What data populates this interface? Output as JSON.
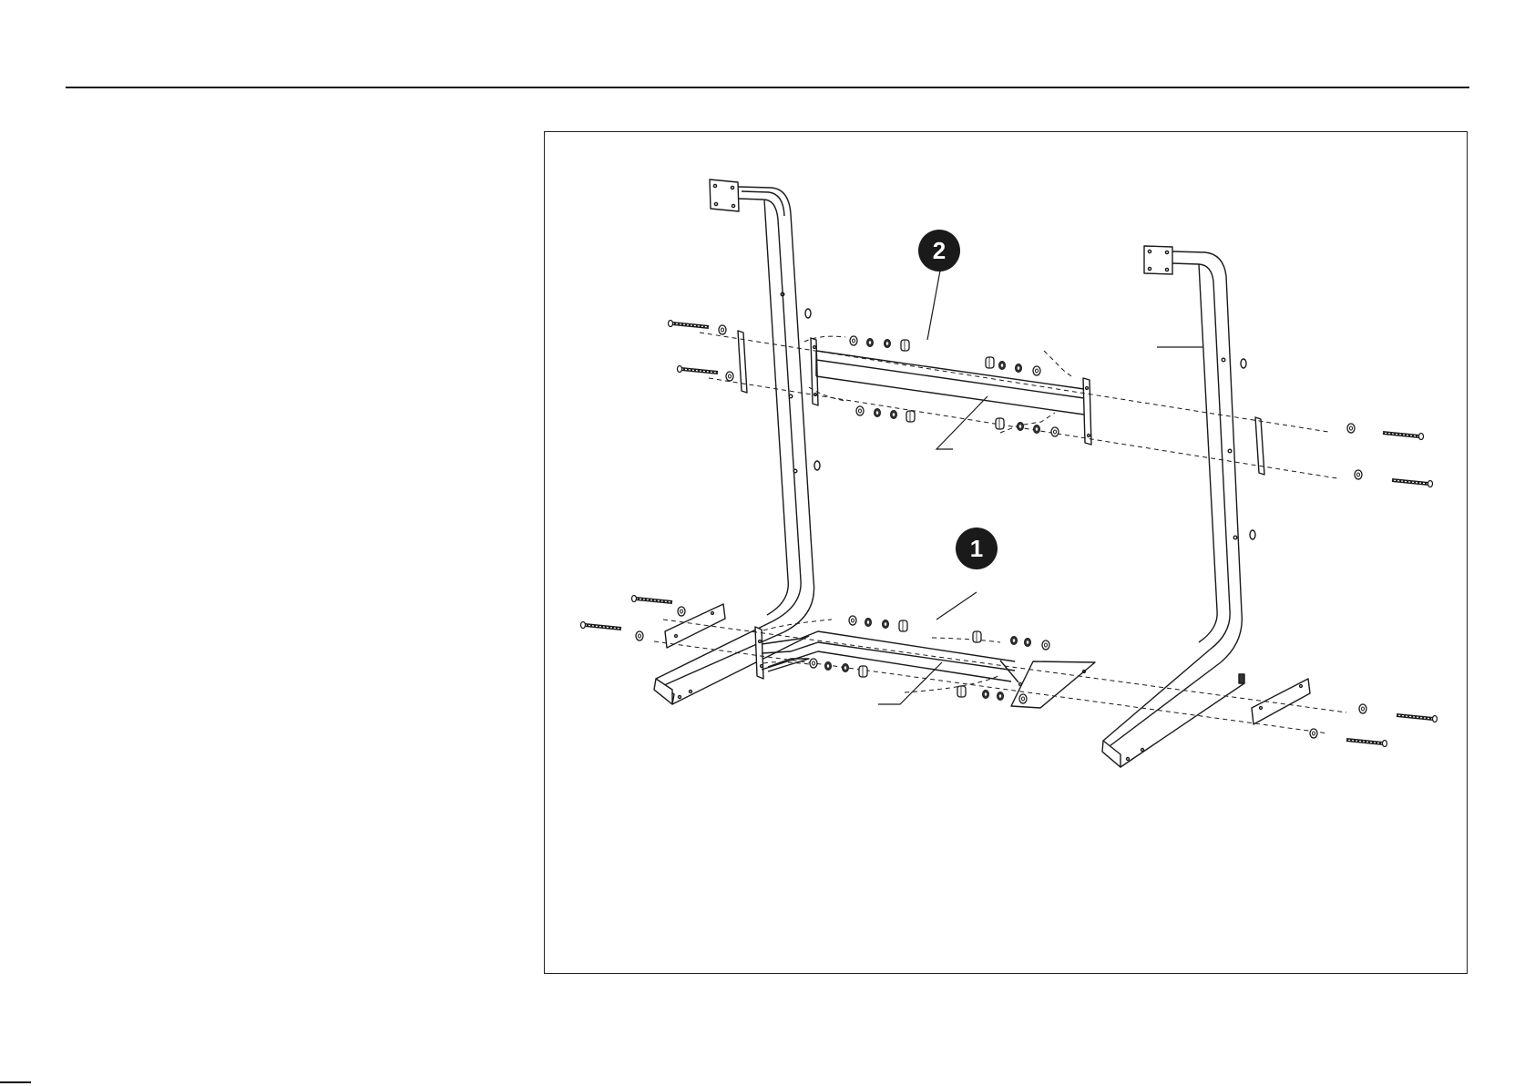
{
  "figure": {
    "callouts": [
      {
        "id": "step-1",
        "number": "1"
      },
      {
        "id": "step-2",
        "number": "2"
      }
    ],
    "icons": [
      "assembly-diagram",
      "bolt-icon",
      "washer-icon",
      "nut-icon"
    ]
  },
  "colors": {
    "line": "#1a1a1a",
    "badge_fill": "#1a1a1a",
    "badge_text": "#ffffff",
    "background": "#ffffff"
  }
}
